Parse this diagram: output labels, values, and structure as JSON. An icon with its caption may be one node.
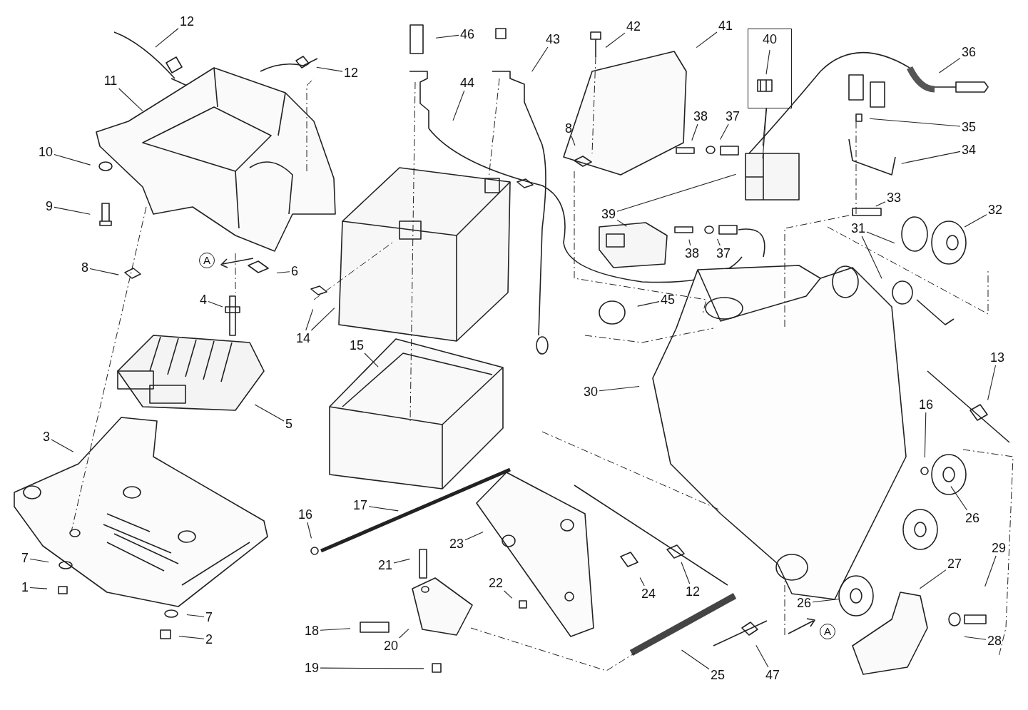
{
  "diagram": {
    "nodes": [
      {
        "text": [
          "12"
        ]
      },
      {
        "text": [
          "12"
        ]
      },
      {
        "text": [
          "11"
        ]
      },
      {
        "text": [
          "10"
        ]
      },
      {
        "text": [
          "9"
        ]
      },
      {
        "text": [
          "8"
        ]
      },
      {
        "text": [
          "6"
        ]
      },
      {
        "text": [
          "4"
        ]
      },
      {
        "text": [
          "5"
        ]
      },
      {
        "text": [
          "3"
        ]
      },
      {
        "text": [
          "7"
        ]
      },
      {
        "text": [
          "1"
        ]
      },
      {
        "text": [
          "7"
        ]
      },
      {
        "text": [
          "2"
        ]
      },
      {
        "text": [
          "46"
        ]
      },
      {
        "text": [
          "44"
        ]
      },
      {
        "text": [
          "43"
        ]
      },
      {
        "text": [
          "42"
        ]
      },
      {
        "text": [
          "41"
        ]
      },
      {
        "text": [
          "40"
        ]
      },
      {
        "text": [
          "36"
        ]
      },
      {
        "text": [
          "38"
        ]
      },
      {
        "text": [
          "37"
        ]
      },
      {
        "text": [
          "35"
        ]
      },
      {
        "text": [
          "8"
        ]
      },
      {
        "text": [
          "34"
        ]
      },
      {
        "text": [
          "33"
        ]
      },
      {
        "text": [
          "32"
        ]
      },
      {
        "text": [
          "39"
        ]
      },
      {
        "text": [
          "31"
        ]
      },
      {
        "text": [
          "38"
        ]
      },
      {
        "text": [
          "37"
        ]
      },
      {
        "text": [
          "45"
        ]
      },
      {
        "text": [
          "14"
        ]
      },
      {
        "text": [
          "15"
        ]
      },
      {
        "text": [
          "13"
        ]
      },
      {
        "text": [
          "30"
        ]
      },
      {
        "text": [
          "16"
        ]
      },
      {
        "text": [
          "17"
        ]
      },
      {
        "text": [
          "16"
        ]
      },
      {
        "text": [
          "23"
        ]
      },
      {
        "text": [
          "26"
        ]
      },
      {
        "text": [
          "21"
        ]
      },
      {
        "text": [
          "22"
        ]
      },
      {
        "text": [
          "24"
        ]
      },
      {
        "text": [
          "12"
        ]
      },
      {
        "text": [
          "27"
        ]
      },
      {
        "text": [
          "29"
        ]
      },
      {
        "text": [
          "26"
        ]
      },
      {
        "text": [
          "18"
        ]
      },
      {
        "text": [
          "20"
        ]
      },
      {
        "text": [
          "28"
        ]
      },
      {
        "text": [
          "19"
        ]
      },
      {
        "text": [
          "25"
        ]
      },
      {
        "text": [
          "47"
        ]
      }
    ],
    "edges": [
      {
        "from": 0,
        "to": null,
        "arrow": "none"
      },
      {
        "from": 1,
        "to": null,
        "arrow": "none"
      },
      {
        "from": 2,
        "to": null,
        "arrow": "none"
      },
      {
        "from": 3,
        "to": null,
        "arrow": "none"
      },
      {
        "from": 4,
        "to": null,
        "arrow": "none"
      },
      {
        "from": 5,
        "to": null,
        "arrow": "none"
      },
      {
        "from": 6,
        "to": null,
        "arrow": "none"
      },
      {
        "from": 7,
        "to": null,
        "arrow": "none"
      },
      {
        "from": 8,
        "to": null,
        "arrow": "none"
      },
      {
        "from": 9,
        "to": null,
        "arrow": "none"
      },
      {
        "from": 10,
        "to": null,
        "arrow": "none"
      },
      {
        "from": 11,
        "to": null,
        "arrow": "none"
      },
      {
        "from": 12,
        "to": null,
        "arrow": "none"
      },
      {
        "from": 13,
        "to": null,
        "arrow": "none"
      },
      {
        "from": 14,
        "to": null,
        "arrow": "none"
      },
      {
        "from": 15,
        "to": null,
        "arrow": "none"
      },
      {
        "from": 16,
        "to": null,
        "arrow": "none"
      },
      {
        "from": 17,
        "to": null,
        "arrow": "none"
      },
      {
        "from": 18,
        "to": null,
        "arrow": "none"
      },
      {
        "from": 19,
        "to": null,
        "arrow": "none"
      },
      {
        "from": 19,
        "to": null,
        "arrow": "none"
      },
      {
        "from": 19,
        "to": null,
        "arrow": "none"
      },
      {
        "from": 20,
        "to": null,
        "arrow": "none"
      },
      {
        "from": 21,
        "to": null,
        "arrow": "none"
      },
      {
        "from": 22,
        "to": null,
        "arrow": "none"
      },
      {
        "from": 23,
        "to": null,
        "arrow": "none"
      },
      {
        "from": 24,
        "to": null,
        "arrow": "none"
      },
      {
        "from": 25,
        "to": null,
        "arrow": "none"
      },
      {
        "from": 26,
        "to": null,
        "arrow": "none"
      },
      {
        "from": 27,
        "to": null,
        "arrow": "none"
      },
      {
        "from": 28,
        "to": null,
        "arrow": "none"
      },
      {
        "from": 28,
        "to": null,
        "arrow": "none"
      },
      {
        "from": 29,
        "to": null,
        "arrow": "none"
      },
      {
        "from": 29,
        "to": null,
        "arrow": "none"
      },
      {
        "from": 30,
        "to": null,
        "arrow": "none"
      },
      {
        "from": 31,
        "to": null,
        "arrow": "none"
      },
      {
        "from": 32,
        "to": null,
        "arrow": "none"
      },
      {
        "from": 33,
        "to": null,
        "arrow": "none"
      },
      {
        "from": 33,
        "to": null,
        "arrow": "none"
      },
      {
        "from": 34,
        "to": null,
        "arrow": "none"
      },
      {
        "from": 35,
        "to": null,
        "arrow": "none"
      },
      {
        "from": 36,
        "to": null,
        "arrow": "none"
      },
      {
        "from": 37,
        "to": null,
        "arrow": "none"
      },
      {
        "from": 38,
        "to": null,
        "arrow": "none"
      },
      {
        "from": 39,
        "to": null,
        "arrow": "none"
      },
      {
        "from": 40,
        "to": null,
        "arrow": "none"
      },
      {
        "from": 41,
        "to": null,
        "arrow": "none"
      },
      {
        "from": 42,
        "to": null,
        "arrow": "none"
      },
      {
        "from": 43,
        "to": null,
        "arrow": "none"
      },
      {
        "from": 44,
        "to": null,
        "arrow": "none"
      },
      {
        "from": 45,
        "to": null,
        "arrow": "none"
      },
      {
        "from": 46,
        "to": null,
        "arrow": "none"
      },
      {
        "from": 47,
        "to": null,
        "arrow": "none"
      },
      {
        "from": 48,
        "to": null,
        "arrow": "none"
      },
      {
        "from": 49,
        "to": null,
        "arrow": "none"
      },
      {
        "from": 50,
        "to": null,
        "arrow": "none"
      },
      {
        "from": 51,
        "to": null,
        "arrow": "none"
      },
      {
        "from": 52,
        "to": null,
        "arrow": "none"
      },
      {
        "from": 53,
        "to": null,
        "arrow": "none"
      },
      {
        "from": 54,
        "to": null,
        "arrow": "none"
      }
    ],
    "labels": [
      "A",
      "A"
    ]
  }
}
